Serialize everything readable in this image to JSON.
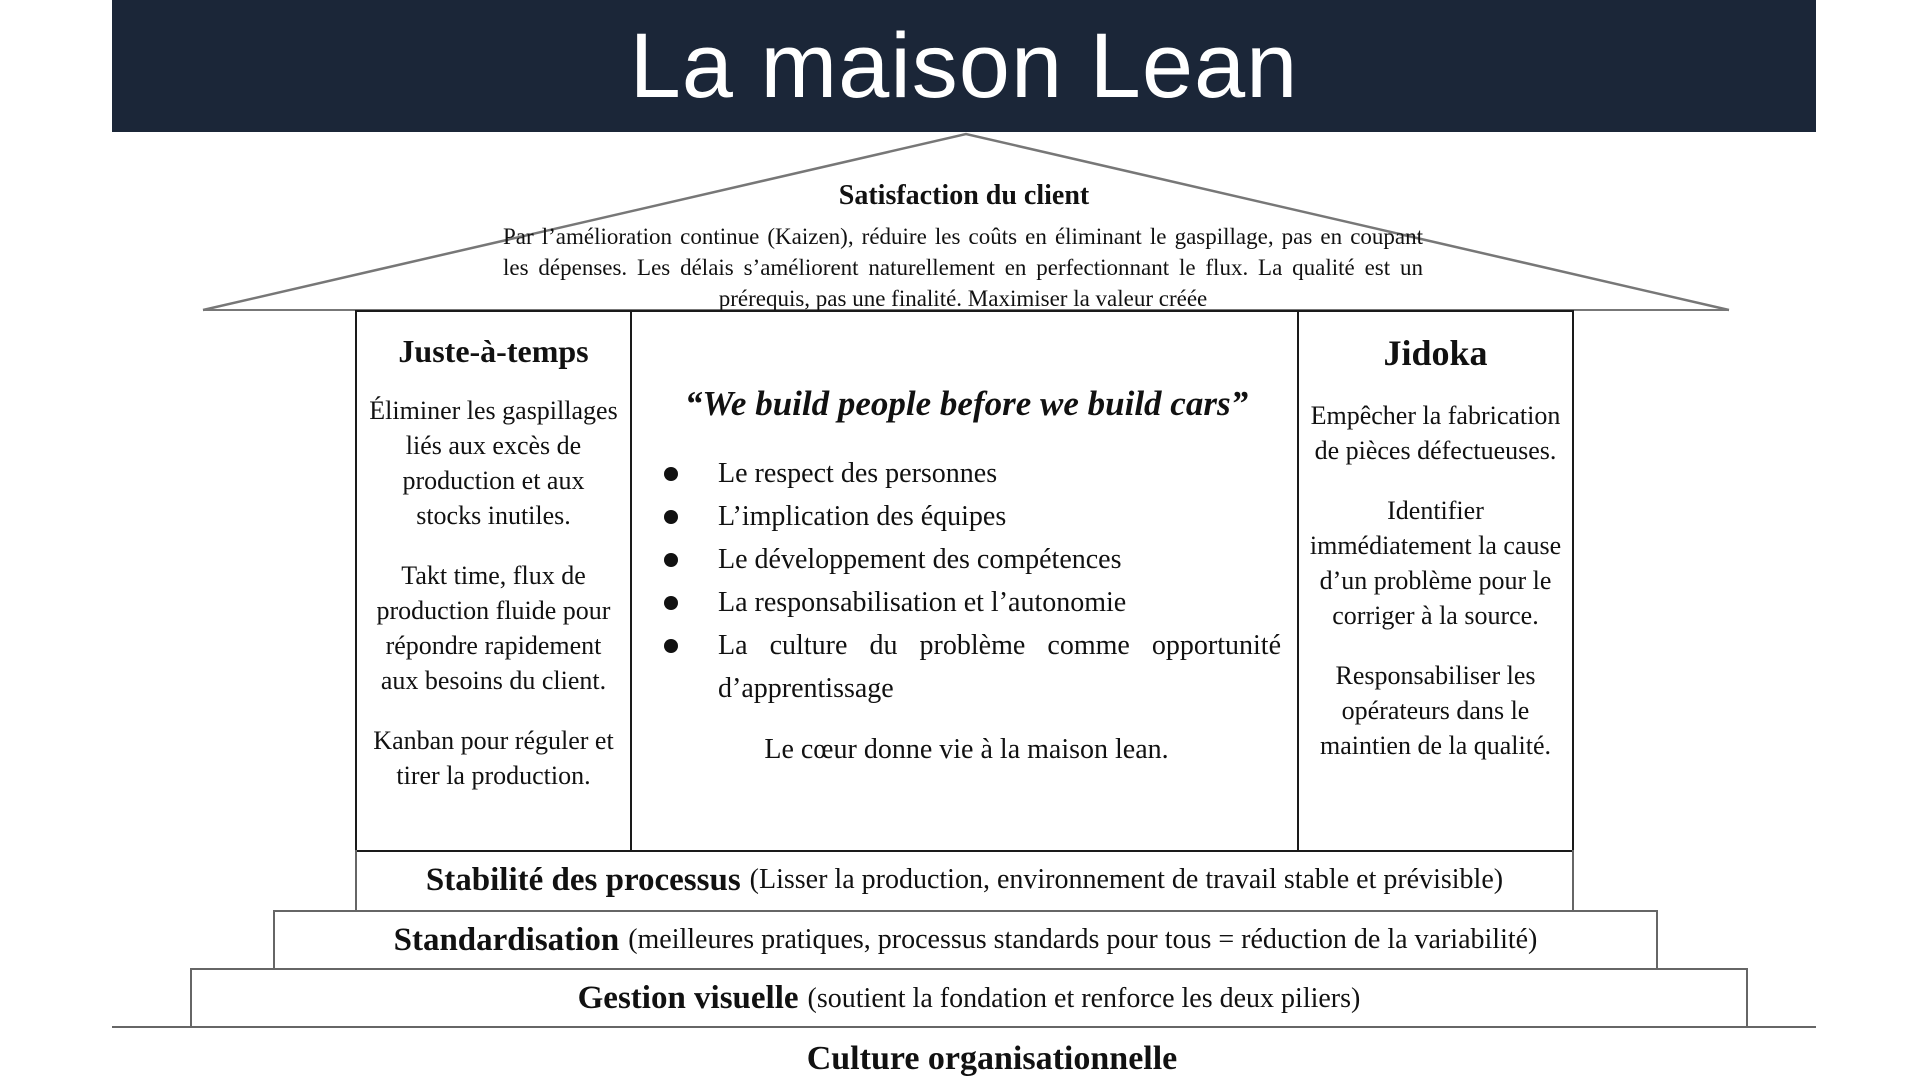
{
  "banner": {
    "title": "La maison Lean"
  },
  "roof": {
    "heading": "Satisfaction du client",
    "text": "Par l’amélioration continue (Kaizen), réduire les coûts en éliminant le gaspillage, pas en coupant les dépenses. Les délais s’améliorent naturellement en perfectionnant le flux. La qualité est un prérequis, pas une finalité. Maximiser la valeur créée"
  },
  "left_pillar": {
    "title": "Juste-à-temps",
    "paragraphs": [
      "Éliminer les gaspillages liés aux excès de production et aux stocks inutiles.",
      "Takt time, flux de production fluide pour répondre rapidement aux besoins du client.",
      "Kanban pour réguler et tirer la production."
    ]
  },
  "center": {
    "quote": "“We build people before we build cars”",
    "values": [
      "Le respect des personnes",
      "L’implication des équipes",
      "Le développement des compétences",
      "La responsabilisation et l’autonomie",
      "La culture du problème comme opportunité d’apprentissage"
    ],
    "note": "Le cœur donne vie à la maison lean."
  },
  "right_pillar": {
    "title": "Jidoka",
    "paragraphs": [
      "Empêcher la fabrication de pièces défectueuses.",
      "Identifier immédiatement la cause d’un problème pour le corriger à la source.",
      "Responsabiliser les opérateurs dans le maintien de la qualité."
    ]
  },
  "foundation": {
    "stability": {
      "bold": "Stabilité des processus",
      "normal": "(Lisser la production, environnement de travail stable et prévisible)"
    },
    "standard": {
      "bold": "Standardisation",
      "normal": "(meilleures pratiques, processus standards pour tous = réduction de la variabilité)"
    },
    "visual": {
      "bold": "Gestion visuelle",
      "normal": "(soutient la fondation et renforce les deux piliers)"
    },
    "culture": "Culture organisationnelle"
  }
}
